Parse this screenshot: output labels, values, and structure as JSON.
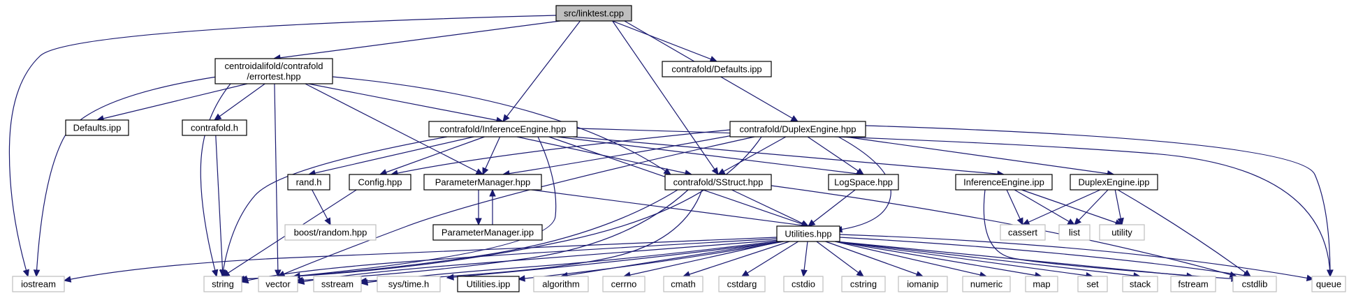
{
  "diagram": {
    "type": "include-dependency-graph",
    "colors": {
      "edge": "#191970",
      "root_fill": "#bfbfbf",
      "node_border": "#000000",
      "missing_border": "#bfbfbf",
      "background": "#ffffff"
    },
    "nodes": {
      "linktest": {
        "label": "src/linktest.cpp",
        "style": "root"
      },
      "errortest": {
        "label": "centroidalifold/contrafold\n/errortest.hpp",
        "style": "file"
      },
      "cf_defaults_ipp": {
        "label": "contrafold/Defaults.ipp",
        "style": "file"
      },
      "defaults_ipp": {
        "label": "Defaults.ipp",
        "style": "file"
      },
      "contrafold_h": {
        "label": "contrafold.h",
        "style": "file"
      },
      "cf_inference_hpp": {
        "label": "contrafold/InferenceEngine.hpp",
        "style": "file"
      },
      "cf_duplex_hpp": {
        "label": "contrafold/DuplexEngine.hpp",
        "style": "file"
      },
      "rand_h": {
        "label": "rand.h",
        "style": "file"
      },
      "config_hpp": {
        "label": "Config.hpp",
        "style": "file"
      },
      "param_mgr_hpp": {
        "label": "ParameterManager.hpp",
        "style": "file"
      },
      "cf_sstruct_hpp": {
        "label": "contrafold/SStruct.hpp",
        "style": "file"
      },
      "logspace_hpp": {
        "label": "LogSpace.hpp",
        "style": "file"
      },
      "inference_ipp": {
        "label": "InferenceEngine.ipp",
        "style": "file"
      },
      "duplex_ipp": {
        "label": "DuplexEngine.ipp",
        "style": "file"
      },
      "boost_random": {
        "label": "boost/random.hpp",
        "style": "missing"
      },
      "param_mgr_ipp": {
        "label": "ParameterManager.ipp",
        "style": "file"
      },
      "utilities_hpp": {
        "label": "Utilities.hpp",
        "style": "file"
      },
      "cassert": {
        "label": "cassert",
        "style": "missing"
      },
      "list": {
        "label": "list",
        "style": "missing"
      },
      "utility": {
        "label": "utility",
        "style": "missing"
      },
      "iostream": {
        "label": "iostream",
        "style": "missing"
      },
      "string": {
        "label": "string",
        "style": "missing"
      },
      "vector": {
        "label": "vector",
        "style": "missing"
      },
      "sstream": {
        "label": "sstream",
        "style": "missing"
      },
      "sys_time": {
        "label": "sys/time.h",
        "style": "missing"
      },
      "utilities_ipp": {
        "label": "Utilities.ipp",
        "style": "file"
      },
      "algorithm": {
        "label": "algorithm",
        "style": "missing"
      },
      "cerrno": {
        "label": "cerrno",
        "style": "missing"
      },
      "cmath": {
        "label": "cmath",
        "style": "missing"
      },
      "cstdarg": {
        "label": "cstdarg",
        "style": "missing"
      },
      "cstdio": {
        "label": "cstdio",
        "style": "missing"
      },
      "cstring": {
        "label": "cstring",
        "style": "missing"
      },
      "iomanip": {
        "label": "iomanip",
        "style": "missing"
      },
      "numeric": {
        "label": "numeric",
        "style": "missing"
      },
      "map": {
        "label": "map",
        "style": "missing"
      },
      "set": {
        "label": "set",
        "style": "missing"
      },
      "stack": {
        "label": "stack",
        "style": "missing"
      },
      "fstream": {
        "label": "fstream",
        "style": "missing"
      },
      "cstdlib": {
        "label": "cstdlib",
        "style": "missing"
      },
      "queue": {
        "label": "queue",
        "style": "missing"
      }
    },
    "edges": [
      [
        "linktest",
        "iostream"
      ],
      [
        "linktest",
        "errortest"
      ],
      [
        "linktest",
        "cf_defaults_ipp"
      ],
      [
        "linktest",
        "cf_inference_hpp"
      ],
      [
        "linktest",
        "cf_sstruct_hpp"
      ],
      [
        "linktest",
        "cf_duplex_hpp"
      ],
      [
        "errortest",
        "iostream"
      ],
      [
        "errortest",
        "string"
      ],
      [
        "errortest",
        "vector"
      ],
      [
        "errortest",
        "defaults_ipp"
      ],
      [
        "errortest",
        "contrafold_h"
      ],
      [
        "errortest",
        "cf_inference_hpp"
      ],
      [
        "errortest",
        "param_mgr_hpp"
      ],
      [
        "errortest",
        "cf_sstruct_hpp"
      ],
      [
        "contrafold_h",
        "string"
      ],
      [
        "cf_inference_hpp",
        "string"
      ],
      [
        "cf_inference_hpp",
        "vector"
      ],
      [
        "cf_inference_hpp",
        "queue"
      ],
      [
        "cf_inference_hpp",
        "rand_h"
      ],
      [
        "cf_inference_hpp",
        "config_hpp"
      ],
      [
        "cf_inference_hpp",
        "param_mgr_hpp"
      ],
      [
        "cf_inference_hpp",
        "cf_sstruct_hpp"
      ],
      [
        "cf_inference_hpp",
        "logspace_hpp"
      ],
      [
        "cf_inference_hpp",
        "inference_ipp"
      ],
      [
        "cf_inference_hpp",
        "utilities_hpp"
      ],
      [
        "cf_duplex_hpp",
        "vector"
      ],
      [
        "cf_duplex_hpp",
        "string"
      ],
      [
        "cf_duplex_hpp",
        "config_hpp"
      ],
      [
        "cf_duplex_hpp",
        "param_mgr_hpp"
      ],
      [
        "cf_duplex_hpp",
        "cf_sstruct_hpp"
      ],
      [
        "cf_duplex_hpp",
        "logspace_hpp"
      ],
      [
        "cf_duplex_hpp",
        "duplex_ipp"
      ],
      [
        "cf_duplex_hpp",
        "utilities_hpp"
      ],
      [
        "cf_duplex_hpp",
        "queue"
      ],
      [
        "rand_h",
        "boost_random"
      ],
      [
        "config_hpp",
        "string"
      ],
      [
        "param_mgr_hpp",
        "param_mgr_ipp"
      ],
      [
        "param_mgr_ipp",
        "param_mgr_hpp"
      ],
      [
        "param_mgr_hpp",
        "utilities_hpp"
      ],
      [
        "cf_sstruct_hpp",
        "string"
      ],
      [
        "cf_sstruct_hpp",
        "vector"
      ],
      [
        "cf_sstruct_hpp",
        "utilities_hpp"
      ],
      [
        "cf_sstruct_hpp",
        "sstream"
      ],
      [
        "cf_sstruct_hpp",
        "cstdlib"
      ],
      [
        "logspace_hpp",
        "utilities_hpp"
      ],
      [
        "inference_ipp",
        "cassert"
      ],
      [
        "inference_ipp",
        "list"
      ],
      [
        "inference_ipp",
        "utility"
      ],
      [
        "inference_ipp",
        "cstdlib"
      ],
      [
        "duplex_ipp",
        "cassert"
      ],
      [
        "duplex_ipp",
        "list"
      ],
      [
        "duplex_ipp",
        "utility"
      ],
      [
        "duplex_ipp",
        "cstdlib"
      ],
      [
        "utilities_hpp",
        "iostream"
      ],
      [
        "utilities_hpp",
        "string"
      ],
      [
        "utilities_hpp",
        "vector"
      ],
      [
        "utilities_hpp",
        "sstream"
      ],
      [
        "utilities_hpp",
        "sys_time"
      ],
      [
        "utilities_hpp",
        "utilities_ipp"
      ],
      [
        "utilities_hpp",
        "algorithm"
      ],
      [
        "utilities_hpp",
        "cerrno"
      ],
      [
        "utilities_hpp",
        "cmath"
      ],
      [
        "utilities_hpp",
        "cstdarg"
      ],
      [
        "utilities_hpp",
        "cstdio"
      ],
      [
        "utilities_hpp",
        "cstring"
      ],
      [
        "utilities_hpp",
        "iomanip"
      ],
      [
        "utilities_hpp",
        "numeric"
      ],
      [
        "utilities_hpp",
        "map"
      ],
      [
        "utilities_hpp",
        "set"
      ],
      [
        "utilities_hpp",
        "stack"
      ],
      [
        "utilities_hpp",
        "fstream"
      ],
      [
        "utilities_hpp",
        "cstdlib"
      ],
      [
        "utilities_hpp",
        "queue"
      ]
    ]
  }
}
